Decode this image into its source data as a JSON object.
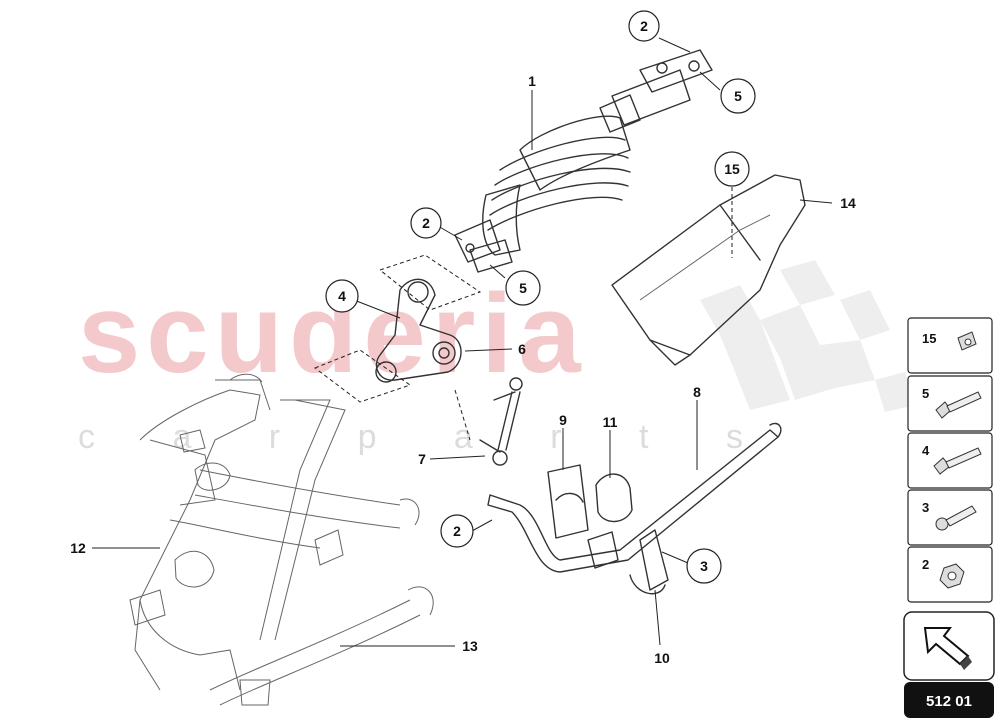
{
  "watermark": {
    "brand": "scuderia",
    "sub": "c a r p a r t s"
  },
  "callouts": [
    {
      "num": "1"
    },
    {
      "num": "2"
    },
    {
      "num": "5"
    },
    {
      "num": "2"
    },
    {
      "num": "5"
    },
    {
      "num": "4"
    },
    {
      "num": "6"
    },
    {
      "num": "7"
    },
    {
      "num": "15"
    },
    {
      "num": "14"
    },
    {
      "num": "8"
    },
    {
      "num": "9"
    },
    {
      "num": "11"
    },
    {
      "num": "2"
    },
    {
      "num": "3"
    },
    {
      "num": "10"
    },
    {
      "num": "12"
    },
    {
      "num": "13"
    }
  ],
  "legend": {
    "items": [
      {
        "num": "15",
        "icon": "bolt-head-icon"
      },
      {
        "num": "5",
        "icon": "long-bolt-icon"
      },
      {
        "num": "4",
        "icon": "long-bolt-icon"
      },
      {
        "num": "3",
        "icon": "bolt-washer-icon"
      },
      {
        "num": "2",
        "icon": "hex-nut-icon"
      }
    ]
  },
  "diagram_code": "512 01"
}
